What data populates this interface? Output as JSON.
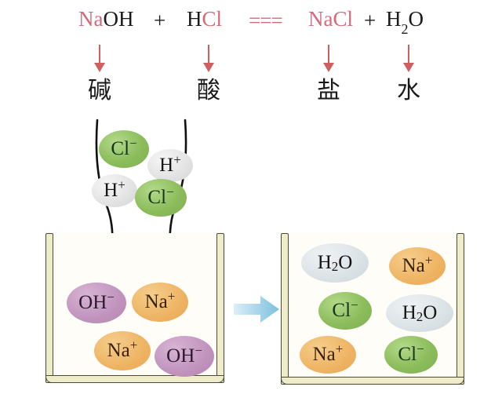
{
  "equation": {
    "reactant_1": {
      "red_part": "Na",
      "black_part": "OH"
    },
    "plus_1": "+",
    "reactant_2": {
      "black_part": "H",
      "red_part": "Cl"
    },
    "equals": "===",
    "product_1": {
      "red_part": "NaCl"
    },
    "plus_2": "+",
    "product_2": {
      "text": "H",
      "subscript": "2",
      "tail": "O"
    }
  },
  "labels": {
    "base": "碱",
    "acid": "酸",
    "salt": "盐",
    "water": "水"
  },
  "arrows": {
    "down_icon": "arrow-down-icon",
    "transfer_icon": "arrow-right-icon"
  },
  "funnel": {
    "icon": "funnel-icon",
    "ions": [
      {
        "id": "cl-minus-1",
        "symbol": "Cl",
        "charge": "−",
        "color": "#8cbd5c",
        "style": "green"
      },
      {
        "id": "h-plus-1",
        "symbol": "H",
        "charge": "+",
        "color": "#e2e2e2",
        "style": "white"
      },
      {
        "id": "h-plus-2",
        "symbol": "H",
        "charge": "+",
        "color": "#e2e2e2",
        "style": "white"
      },
      {
        "id": "cl-minus-2",
        "symbol": "Cl",
        "charge": "−",
        "color": "#8cbd5c",
        "style": "green"
      }
    ]
  },
  "beaker_left": {
    "name": "beaker-left",
    "wall_color": "#eeeccb",
    "ions": [
      {
        "id": "oh-minus-1",
        "symbol": "OH",
        "charge": "−",
        "color": "#c093bd",
        "style": "purple"
      },
      {
        "id": "na-plus-1",
        "symbol": "Na",
        "charge": "+",
        "color": "#eeb463",
        "style": "orange"
      },
      {
        "id": "na-plus-2",
        "symbol": "Na",
        "charge": "+",
        "color": "#eeb463",
        "style": "orange"
      },
      {
        "id": "oh-minus-2",
        "symbol": "OH",
        "charge": "−",
        "color": "#c093bd",
        "style": "purple"
      }
    ]
  },
  "beaker_right": {
    "name": "beaker-right",
    "wall_color": "#eeeccb",
    "ions": [
      {
        "id": "h2o-1",
        "symbol": "H",
        "subscript": "2",
        "tail": "O",
        "charge": "",
        "color": "#dbe2e6",
        "style": "blue"
      },
      {
        "id": "na-plus-3",
        "symbol": "Na",
        "charge": "+",
        "color": "#eeb463",
        "style": "orange"
      },
      {
        "id": "cl-minus-3",
        "symbol": "Cl",
        "charge": "−",
        "color": "#8cbd5c",
        "style": "green"
      },
      {
        "id": "h2o-2",
        "symbol": "H",
        "subscript": "2",
        "tail": "O",
        "charge": "",
        "color": "#dbe2e6",
        "style": "blue"
      },
      {
        "id": "na-plus-4",
        "symbol": "Na",
        "charge": "+",
        "color": "#eeb463",
        "style": "orange"
      },
      {
        "id": "cl-minus-4",
        "symbol": "Cl",
        "charge": "−",
        "color": "#8cbd5c",
        "style": "green"
      }
    ]
  },
  "colors": {
    "red_text": "#d4697a",
    "arrow_red": "#cf5f5f",
    "transfer_arrow": "#a8d6ec",
    "beaker_wall": "#eeeccb",
    "beaker_outline": "#4a4a30"
  }
}
